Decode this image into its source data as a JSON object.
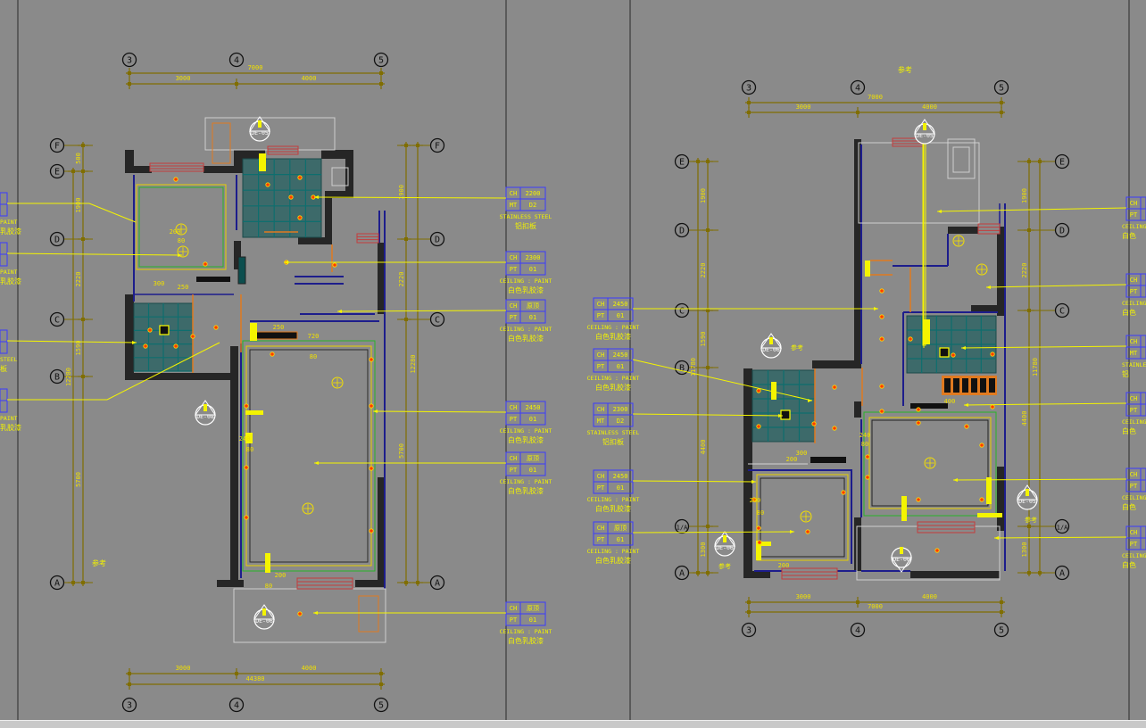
{
  "colors": {
    "background": "#8a8a8a",
    "dimension": "#806e00",
    "wall": "#1d1d8c",
    "callout": "#f4f400",
    "text_yellow": "#f2f200",
    "hatch": "#262626",
    "tile": "#0e6e6e",
    "brick": "#c43c3c",
    "door": "#e07a20",
    "light": "#ff3b00",
    "green": "#28b428",
    "divider": "#2a2a2a"
  },
  "left_plan": {
    "axes_top": [
      "3",
      "4",
      "5"
    ],
    "axes_bottom": [
      "3",
      "4",
      "5"
    ],
    "axes_left": [
      "F",
      "E",
      "D",
      "C",
      "B",
      "A"
    ],
    "axes_right": [
      "F",
      "D",
      "C",
      "A"
    ],
    "dim_top_total": "7000",
    "dim_top_parts": [
      "3000",
      "4000"
    ],
    "dim_bottom_total": "44380",
    "dim_bottom_parts": [
      "3000",
      "4000"
    ],
    "dim_left": [
      "500",
      "1900",
      "2220",
      "1590",
      "5700"
    ],
    "dim_left_outer": "12280",
    "dim_right": [
      "1900",
      "2220",
      "5700"
    ],
    "dim_right_outer": "12280",
    "section_marks": [
      "DE-05",
      "DE-08",
      "DE-06"
    ],
    "note": "参考",
    "small_labels": [
      "200",
      "80",
      "200",
      "80",
      "300",
      "250",
      "720",
      "80",
      "240",
      "80",
      "200",
      "80",
      "300"
    ],
    "callouts_right": [
      {
        "rows": [
          [
            "CH",
            "2200"
          ],
          [
            "MT",
            "D2"
          ]
        ],
        "desc": [
          "STAINLESS STEEL",
          "铝扣板"
        ]
      },
      {
        "rows": [
          [
            "CH",
            "2300"
          ],
          [
            "PT",
            "01"
          ]
        ],
        "desc": [
          "CEILING : PAINT",
          "白色乳胶漆"
        ]
      },
      {
        "rows": [
          [
            "CH",
            "原顶"
          ],
          [
            "PT",
            "01"
          ]
        ],
        "desc": [
          "CEILING : PAINT",
          "白色乳胶漆"
        ]
      },
      {
        "rows": [
          [
            "CH",
            "2450"
          ],
          [
            "PT",
            "01"
          ]
        ],
        "desc": [
          "CEILING : PAINT",
          "白色乳胶漆"
        ]
      },
      {
        "rows": [
          [
            "CH",
            "原顶"
          ],
          [
            "PT",
            "01"
          ]
        ],
        "desc": [
          "CEILING : PAINT",
          "白色乳胶漆"
        ]
      },
      {
        "rows": [
          [
            "CH",
            "原顶"
          ],
          [
            "PT",
            "01"
          ]
        ],
        "desc": [
          "CEILING : PAINT",
          "白色乳胶漆"
        ]
      }
    ],
    "callouts_left_clipped": [
      {
        "desc": [
          "PAINT",
          "乳胶漆"
        ]
      },
      {
        "desc": [
          "PAINT",
          "乳胶漆"
        ]
      },
      {
        "desc": [
          "STEEL",
          "板"
        ]
      },
      {
        "desc": [
          "PAINT",
          "乳胶漆"
        ]
      }
    ]
  },
  "right_plan": {
    "axes_top": [
      "3",
      "4",
      "5"
    ],
    "axes_bottom": [
      "3",
      "4",
      "5"
    ],
    "axes_left": [
      "E",
      "D",
      "C",
      "B",
      "1/A",
      "A"
    ],
    "axes_right": [
      "E",
      "D",
      "C",
      "1/A",
      "A"
    ],
    "dim_top_total": "7000",
    "dim_top_parts": [
      "3000",
      "4000"
    ],
    "dim_bottom_total": "7000",
    "dim_bottom_parts": [
      "3000",
      "4000"
    ],
    "dim_left": [
      "1900",
      "2220",
      "1590",
      "4400",
      "1300"
    ],
    "dim_left_outer": "11780",
    "dim_right": [
      "1900",
      "2220",
      "4400",
      "1300"
    ],
    "dim_right_outer": "11780",
    "section_marks": [
      "DE-05",
      "DE-06",
      "DE-05",
      "DE-06",
      "DE-06"
    ],
    "note": "参考",
    "notes_small": [
      "参考",
      "参考",
      "参考",
      "参考"
    ],
    "small_labels": [
      "200",
      "80",
      "240",
      "80",
      "200",
      "80",
      "300",
      "200",
      "80",
      "200",
      "400"
    ],
    "callouts_left": [
      {
        "rows": [
          [
            "CH",
            "2450"
          ],
          [
            "PT",
            "01"
          ]
        ],
        "desc": [
          "CEILING : PAINT",
          "白色乳胶漆"
        ]
      },
      {
        "rows": [
          [
            "CH",
            "2450"
          ],
          [
            "PT",
            "01"
          ]
        ],
        "desc": [
          "CEILING : PAINT",
          "白色乳胶漆"
        ]
      },
      {
        "rows": [
          [
            "CH",
            "2300"
          ],
          [
            "MT",
            "D2"
          ]
        ],
        "desc": [
          "STAINLESS STEEL",
          "铝扣板"
        ]
      },
      {
        "rows": [
          [
            "CH",
            "2450"
          ],
          [
            "PT",
            "01"
          ]
        ],
        "desc": [
          "CEILING : PAINT",
          "白色乳胶漆"
        ]
      },
      {
        "rows": [
          [
            "CH",
            "原顶"
          ],
          [
            "PT",
            "01"
          ]
        ],
        "desc": [
          "CEILING : PAINT",
          "白色乳胶漆"
        ]
      }
    ],
    "callouts_right_clipped": [
      {
        "rows": [
          [
            "CH"
          ],
          [
            "PT"
          ]
        ],
        "desc": [
          "CEILING",
          "白色"
        ]
      },
      {
        "rows": [
          [
            "CH"
          ],
          [
            "PT"
          ]
        ],
        "desc": [
          "CEILING",
          "白色"
        ]
      },
      {
        "rows": [
          [
            "CH"
          ],
          [
            "MT"
          ]
        ],
        "desc": [
          "STAINLES",
          "铝"
        ]
      },
      {
        "rows": [
          [
            "CH"
          ],
          [
            "PT"
          ]
        ],
        "desc": [
          "CEILING",
          "白色"
        ]
      },
      {
        "rows": [
          [
            "CH"
          ],
          [
            "PT"
          ]
        ],
        "desc": [
          "CEILING",
          "白色"
        ]
      },
      {
        "rows": [
          [
            "CH"
          ],
          [
            "PT"
          ]
        ],
        "desc": [
          "CEILING",
          "白色"
        ]
      }
    ]
  }
}
